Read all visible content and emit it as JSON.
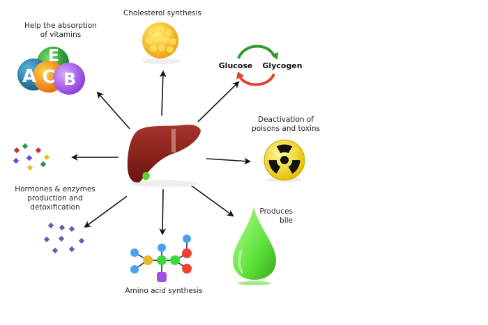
{
  "title": "Liver functions",
  "center": {
    "organ": "liver",
    "icon": "liver-icon"
  },
  "functions": [
    {
      "id": "vitamins",
      "label_lines": [
        "Help the absorption",
        "of vitamins"
      ],
      "icon": "vitamin-spheres-icon",
      "vitamins": [
        "A",
        "E",
        "C",
        "B"
      ]
    },
    {
      "id": "cholesterol",
      "label_lines": [
        "Cholesterol synthesis"
      ],
      "icon": "cholesterol-cluster-icon"
    },
    {
      "id": "glucose",
      "glucose_label": "Glucose",
      "glycogen_label": "Glycogen",
      "icon": "cycle-arrows-icon"
    },
    {
      "id": "detox",
      "label_lines": [
        "Deactivation of",
        "poisons and toxins"
      ],
      "icon": "radiation-icon"
    },
    {
      "id": "bile",
      "label_lines": [
        "Produces",
        "bile"
      ],
      "icon": "bile-drop-icon"
    },
    {
      "id": "amino",
      "label_lines": [
        "Amino acid synthesis"
      ],
      "icon": "amino-acid-molecule-icon"
    },
    {
      "id": "hormones",
      "label_lines": [
        "Hormones & enzymes",
        "production and",
        "detoxification"
      ],
      "icon": "hormone-crystals-icon"
    }
  ],
  "colors": {
    "liver": "#8b2218",
    "gall": "#5fd42a",
    "green_arrow": "#2e9a2a",
    "red_arrow": "#e8402a",
    "bile": "#7cf05a"
  }
}
